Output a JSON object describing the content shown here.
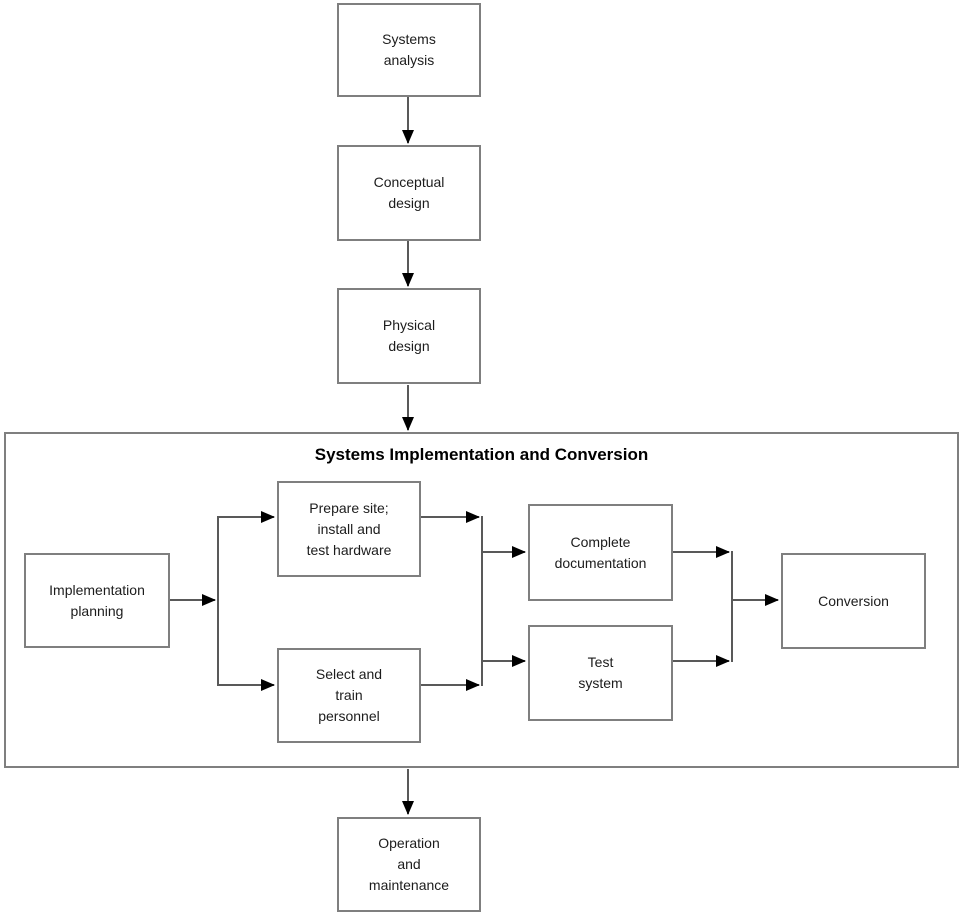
{
  "diagram": {
    "container_title": "Systems Implementation and Conversion",
    "nodes": {
      "systems_analysis": "Systems\nanalysis",
      "conceptual_design": "Conceptual\ndesign",
      "physical_design": "Physical\ndesign",
      "implementation_planning": "Implementation\nplanning",
      "prepare_site": "Prepare site;\ninstall and\ntest hardware",
      "select_train": "Select and\ntrain\npersonnel",
      "complete_documentation": "Complete\ndocumentation",
      "test_system": "Test\nsystem",
      "conversion": "Conversion",
      "operation_maintenance": "Operation\nand\nmaintenance"
    },
    "colors": {
      "box_border": "#7f7f7f",
      "connector_line": "#595959",
      "arrowhead": "#000000",
      "text": "#1c1c1c",
      "background": "#ffffff"
    }
  }
}
